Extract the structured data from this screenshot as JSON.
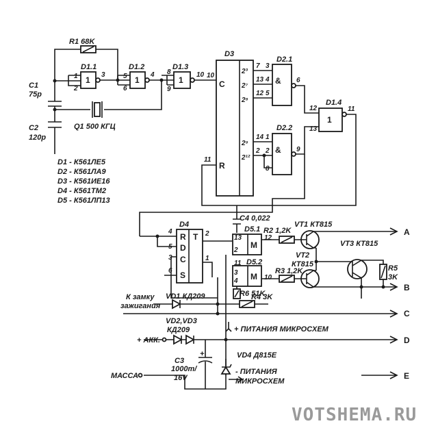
{
  "components": {
    "r1": "R1 68K",
    "c1": "C1",
    "c1_val": "75p",
    "c2": "C2",
    "c2_val": "120p",
    "q1": "Q1 500 КГЦ",
    "d11": "D1.1",
    "d12": "D1.2",
    "d13": "D1.3",
    "d14": "D1.4",
    "d21": "D2.1",
    "d22": "D2.2",
    "d3": "D3",
    "d4": "D4",
    "d51": "D5.1",
    "d52": "D5.2",
    "c4": "C4 0,022",
    "r2": "R2 1,2K",
    "r3": "R3 1,2K",
    "r4": "R4 3K",
    "r5": "R5",
    "r5_val": "3K",
    "r6": "R6 51K",
    "vt1": "VT1 КТ815",
    "vt2": "VT2",
    "vt2_type": "КТ815",
    "vt3": "VT3 КТ815",
    "vd1": "VD1 КД209",
    "vd23": "VD2,VD3",
    "vd23_type": "КД209",
    "vd4": "VD4 Д815Е",
    "c3": "C3",
    "c3_val": "1000m/",
    "c3_volt": "16V"
  },
  "legend": [
    "D1 - К561ЛЕ5",
    "D2 - К561ЛА9",
    "D3 - К561ИЕ16",
    "D4 - К561ТМ2",
    "D5 - К561ЛП13"
  ],
  "net_labels": {
    "lock_1": "К замку",
    "lock_2": "зажигания",
    "akk": "+ АКК.",
    "massa": "МАССА",
    "plus_supply": "+ ПИТАНИЯ МИКРОСХЕМ",
    "minus_supply_1": "- ПИТАНИЯ",
    "minus_supply_2": "МИКРОСХЕМ"
  },
  "outputs": [
    "A",
    "B",
    "C",
    "D",
    "E"
  ],
  "chip_labels": {
    "amp": "&",
    "one": "1",
    "c": "C",
    "r": "R",
    "m": "M",
    "d": "D",
    "t": "T",
    "s": "S"
  },
  "d3_outputs": [
    "2³",
    "2⁷",
    "2⁸",
    "2⁹",
    "2¹²"
  ],
  "pins": {
    "d11_in1": "1",
    "d11_in2": "2",
    "d11_out": "3",
    "d12_in1": "5",
    "d12_in2": "6",
    "d12_out": "4",
    "d13_in1": "8",
    "d13_in2": "9",
    "d13_out": "10",
    "d3_c": "10",
    "d3_r": "11",
    "d3_o1": "7",
    "d3_o2": "13",
    "d3_o3": "12",
    "d3_o4": "14",
    "d3_o5": "2",
    "d21_in1": "3",
    "d21_in2": "4",
    "d21_in3": "5",
    "d21_out": "6",
    "d22_in1": "1",
    "d22_in2": "2",
    "d22_in3": "8",
    "d22_out": "9",
    "d14_in1": "12",
    "d14_in2": "13",
    "d14_out": "11",
    "d4_r": "4",
    "d4_c": "3",
    "d4_d": "5",
    "d4_s": "6",
    "d4_q": "2",
    "d4_nq": "1",
    "d51_in1": "13",
    "d51_in2": "2",
    "d51_out": "12",
    "d52_in1": "11",
    "d52_in2": "3",
    "d52_in3": "4",
    "d52_out": "10"
  },
  "watermark": "VOTSHEMA.RU"
}
